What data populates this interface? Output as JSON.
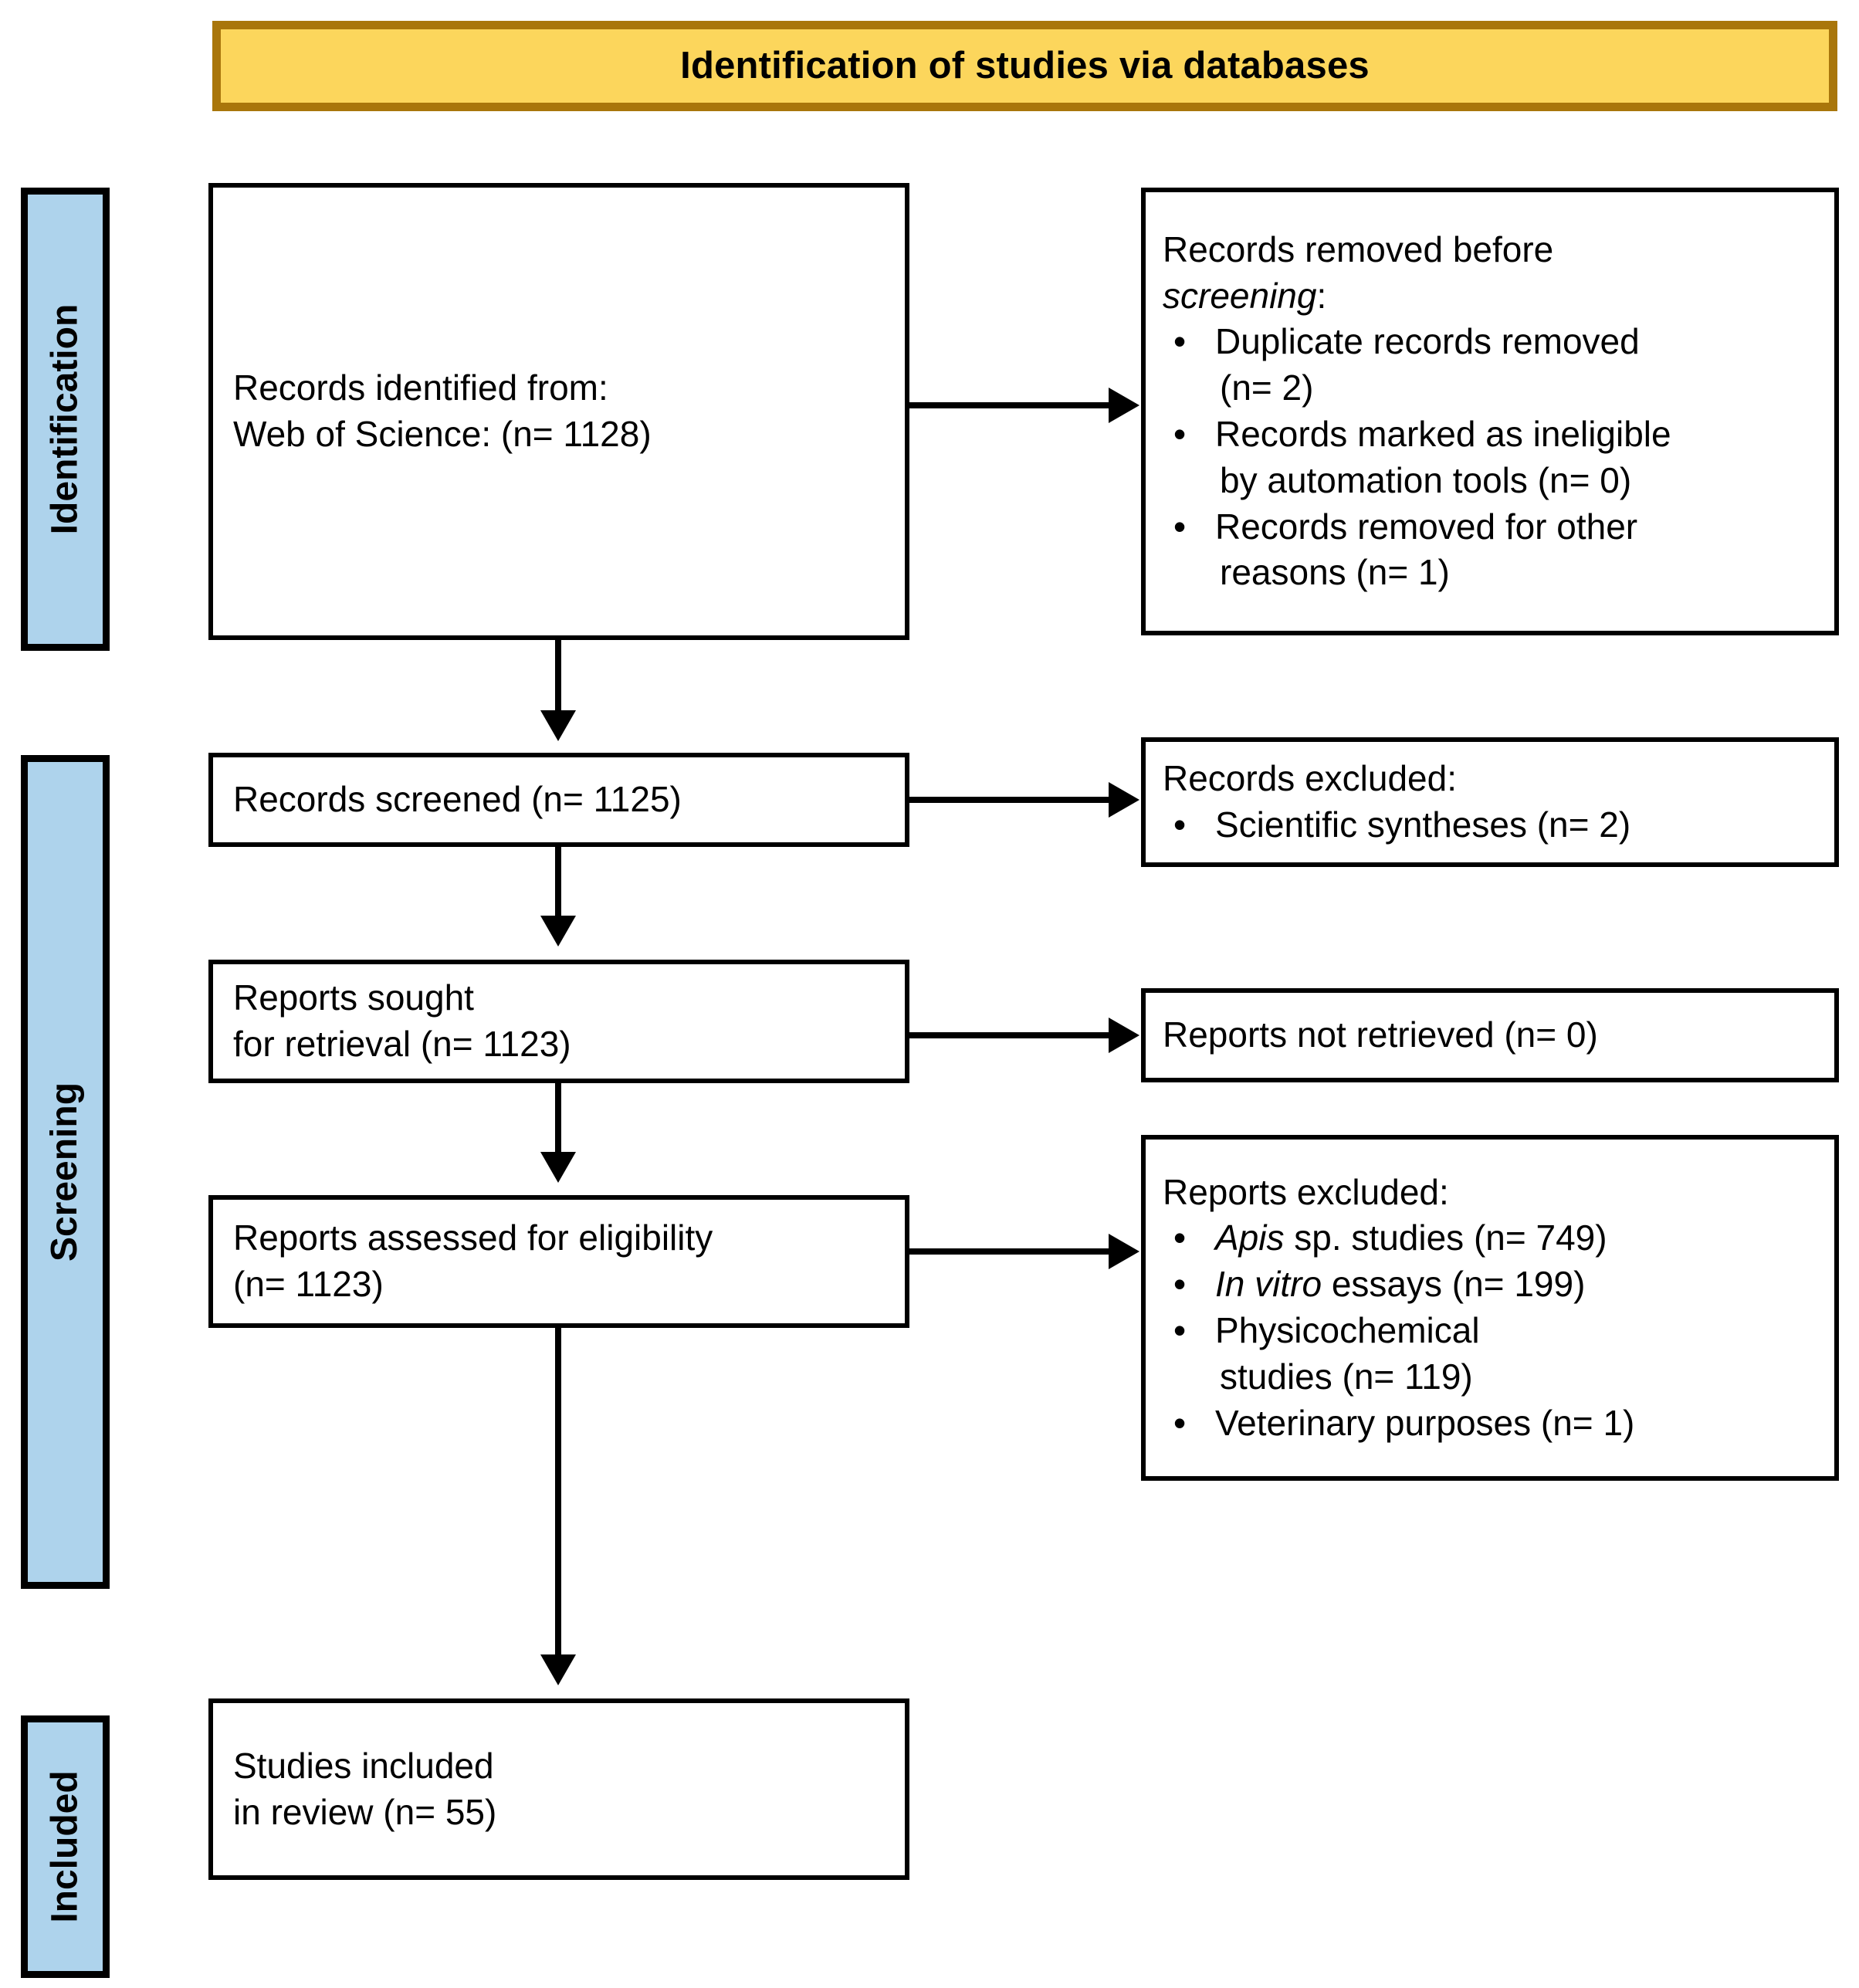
{
  "diagram": {
    "type": "PRISMA flow diagram",
    "banner": {
      "label": "Identification of studies via databases",
      "fill_color": "#FCD65C",
      "border_color": "#A9760B"
    },
    "stage_bar_fill_color": "#AED3EC",
    "stage_bar_border_color": "#000000",
    "stages": [
      {
        "label": "Identification"
      },
      {
        "label": "Screening"
      },
      {
        "label": "Included"
      }
    ],
    "nodes": {
      "records_identified": {
        "lines": [
          "Records identified from:",
          "Web of Science: (n= 1128)"
        ]
      },
      "records_removed": {
        "heading_part1": "Records removed before",
        "heading_italic": "screening",
        "heading_part2": ":",
        "bullets": [
          {
            "text": "Duplicate records removed",
            "cont": "(n= 2)"
          },
          {
            "text": "Records marked as ineligible",
            "cont": "by automation tools (n= 0)"
          },
          {
            "text": "Records removed for other",
            "cont": "reasons (n= 1)"
          }
        ]
      },
      "records_screened": {
        "lines": [
          "Records screened (n= 1125)"
        ]
      },
      "records_excluded": {
        "heading": "Records excluded:",
        "bullets": [
          {
            "text": "Scientific syntheses (n= 2)"
          }
        ]
      },
      "reports_sought": {
        "lines": [
          "Reports sought",
          "for retrieval (n= 1123)"
        ]
      },
      "reports_not_retrieved": {
        "lines": [
          "Reports not retrieved (n= 0)"
        ]
      },
      "reports_assessed": {
        "lines": [
          "Reports assessed for eligibility",
          "(n= 1123)"
        ]
      },
      "reports_excluded": {
        "heading": "Reports excluded:",
        "bullets": [
          {
            "italic": "Apis",
            "text": " sp. studies (n= 749)"
          },
          {
            "italic": "In vitro",
            "text": " essays (n= 199)"
          },
          {
            "text": "Physicochemical",
            "cont": "studies (n= 119)"
          },
          {
            "text": "Veterinary purposes (n= 1)"
          }
        ]
      },
      "studies_included": {
        "lines": [
          "Studies included",
          "in review (n= 55)"
        ]
      }
    }
  }
}
